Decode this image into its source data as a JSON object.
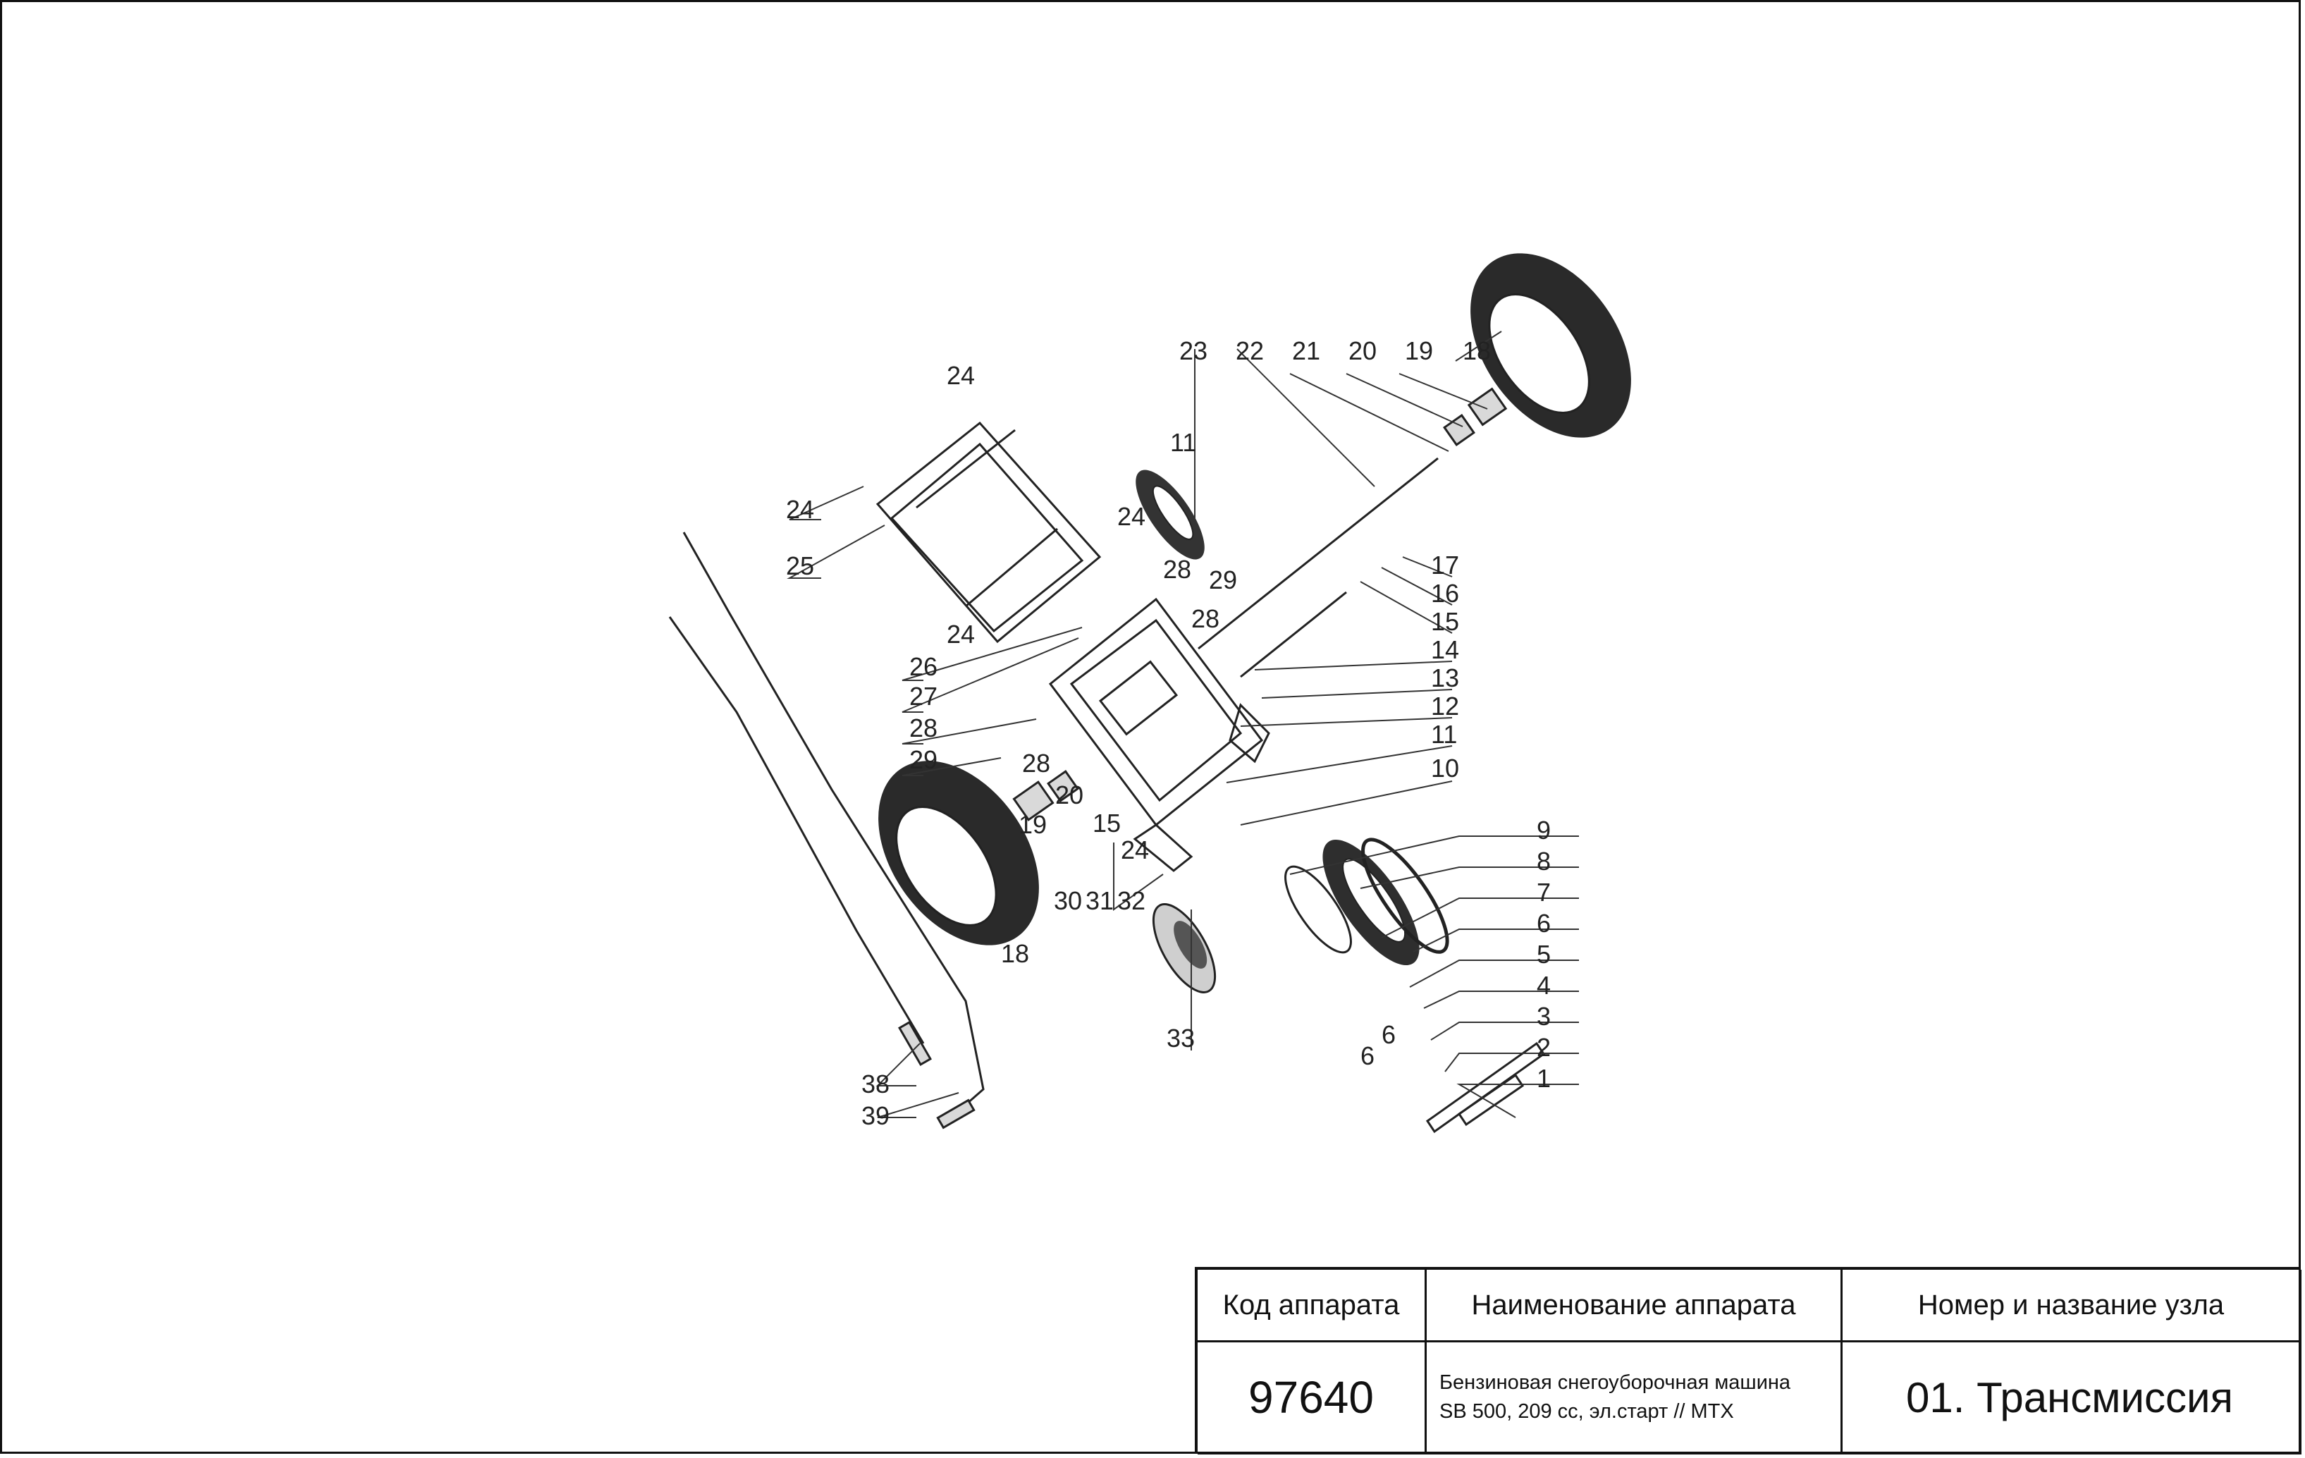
{
  "callouts": [
    "1",
    "2",
    "3",
    "4",
    "5",
    "6",
    "7",
    "8",
    "9",
    "10",
    "11",
    "12",
    "13",
    "14",
    "15",
    "16",
    "17",
    "18",
    "19",
    "20",
    "21",
    "22",
    "23",
    "24",
    "25",
    "26",
    "27",
    "28",
    "29",
    "30",
    "31",
    "32",
    "33",
    "38",
    "39"
  ],
  "title_block": {
    "headers": {
      "code": "Код аппарата",
      "name": "Наименование аппарата",
      "node": "Номер и название узла"
    },
    "code": "97640",
    "name_line1": "Бензиновая снегоуборочная машина",
    "name_line2": "SB 500, 209 cc, эл.старт // MTX",
    "node": "01. Трансмиссия"
  }
}
